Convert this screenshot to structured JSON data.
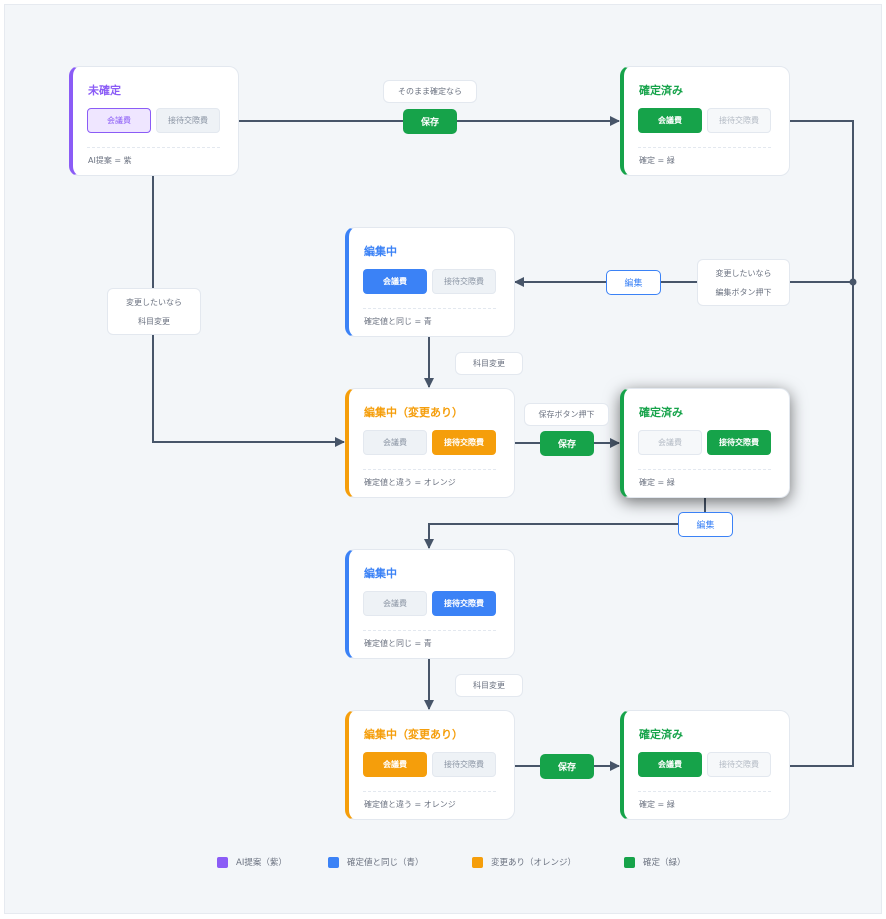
{
  "colors": {
    "purple": "#8b5cf6",
    "blue": "#3b82f6",
    "orange": "#f59e0b",
    "green": "#16a34a"
  },
  "cards": [
    {
      "title": "未確定",
      "chip_a": "会議費",
      "chip_b": "接待交際費",
      "footer": "AI提案 = 紫"
    },
    {
      "title": "確定済み",
      "chip_a": "会議費",
      "chip_b": "接待交際費",
      "footer": "確定 = 緑"
    },
    {
      "title": "編集中",
      "chip_a": "会議費",
      "chip_b": "接待交際費",
      "footer": "確定値と同じ = 青"
    },
    {
      "title": "編集中（変更あり）",
      "chip_a": "会議費",
      "chip_b": "接待交際費",
      "footer": "確定値と違う = オレンジ"
    },
    {
      "title": "確定済み",
      "chip_a": "会議費",
      "chip_b": "接待交際費",
      "footer": "確定 = 緑"
    },
    {
      "title": "編集中",
      "chip_a": "会議費",
      "chip_b": "接待交際費",
      "footer": "確定値と同じ = 青"
    },
    {
      "title": "編集中（変更あり）",
      "chip_a": "会議費",
      "chip_b": "接待交際費",
      "footer": "確定値と違う = オレンジ"
    },
    {
      "title": "確定済み",
      "chip_a": "会議費",
      "chip_b": "接待交際費",
      "footer": "確定 = 緑"
    }
  ],
  "edge_labels": {
    "as_is": "そのまま確定なら",
    "change_l1": "変更したいなら",
    "change_l2": "科目変更",
    "edit_l1": "変更したいなら",
    "edit_l2": "編集ボタン押下",
    "subject_change": "科目変更",
    "save_press": "保存ボタン押下",
    "subject_change2": "科目変更"
  },
  "buttons": {
    "save": "保存",
    "edit": "編集"
  },
  "legend": [
    {
      "label": "AI提案（紫）",
      "color": "#8b5cf6"
    },
    {
      "label": "確定値と同じ（青）",
      "color": "#3b82f6"
    },
    {
      "label": "変更あり（オレンジ）",
      "color": "#f59e0b"
    },
    {
      "label": "確定（緑）",
      "color": "#16a34a"
    }
  ]
}
